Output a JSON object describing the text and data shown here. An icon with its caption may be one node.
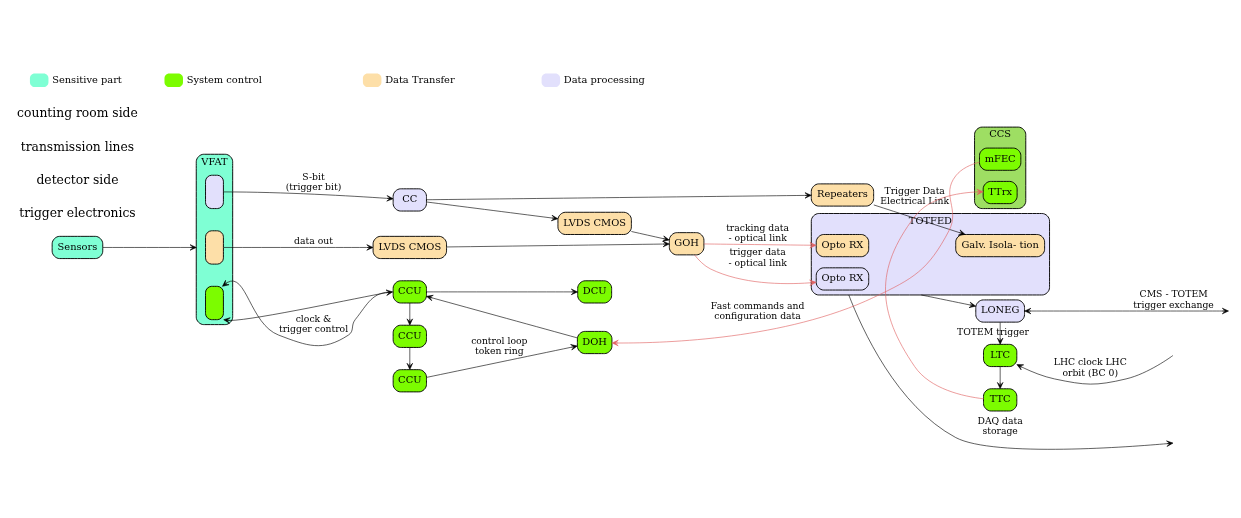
{
  "diagram": {
    "nodes": [
      {
        "text": [
          "Sensors"
        ]
      },
      {
        "text": [
          "VFAT"
        ]
      },
      {
        "text": [],
        "shape": "box",
        "in": 1
      },
      {
        "text": [],
        "shape": "box",
        "in": 1
      },
      {
        "text": [],
        "shape": "box",
        "in": 1
      },
      {
        "text": [
          "CC"
        ]
      },
      {
        "text": [
          "LVDS CMOS"
        ]
      },
      {
        "text": [
          "LVDS CMOS"
        ]
      },
      {
        "text": [
          "GOH"
        ]
      },
      {
        "text": [
          "Repeaters"
        ]
      },
      {
        "text": [
          "TOTFED"
        ]
      },
      {
        "text": [
          "Galv. Isola- tion"
        ],
        "in": 10
      },
      {
        "text": [
          "Opto RX"
        ],
        "in": 10
      },
      {
        "text": [
          "Opto RX"
        ],
        "in": 10
      },
      {
        "text": [
          "LONEG"
        ]
      },
      {
        "text": [
          "CCU"
        ]
      },
      {
        "text": [
          "DOH"
        ]
      },
      {
        "text": [
          "DCU"
        ]
      },
      {
        "text": [
          "CCU"
        ]
      },
      {
        "text": [
          "CCU"
        ]
      },
      {
        "text": [
          "CCS"
        ]
      },
      {
        "text": [
          "mFEC"
        ],
        "in": 20
      },
      {
        "text": [
          "TTrx"
        ],
        "in": 20
      },
      {
        "text": [
          "LTC"
        ]
      },
      {
        "text": [
          "TTC"
        ]
      }
    ],
    "edges": [
      {
        "from": 0,
        "to": 1,
        "arrow": "to"
      },
      {
        "from": 2,
        "to": 5,
        "arrow": "to",
        "label": "S-bit (trigger bit)"
      },
      {
        "from": 5,
        "to": 6,
        "arrow": "to"
      },
      {
        "from": 5,
        "to": 9,
        "arrow": "to"
      },
      {
        "from": 6,
        "to": 8,
        "arrow": "to"
      },
      {
        "from": 3,
        "to": 7,
        "arrow": "to",
        "label": "data out"
      },
      {
        "from": 7,
        "to": 8,
        "arrow": "to"
      },
      {
        "from": 9,
        "to": 11,
        "arrow": "to",
        "label": "Trigger Data Electrical Link"
      },
      {
        "from": 8,
        "to": 12,
        "arrow": "to",
        "label": "trigger data - optical link",
        "color": "#e06060"
      },
      {
        "from": 8,
        "to": 13,
        "arrow": "to",
        "label": "tracking data - optical link",
        "color": "#e06060"
      },
      {
        "from": 10,
        "to": 14,
        "arrow": "to"
      },
      {
        "from": 14,
        "to": null,
        "arrow": "both",
        "label": "CMS - TOTEM trigger exchange"
      },
      {
        "from": 10,
        "to": null,
        "arrow": "to",
        "label": "DAQ data storage"
      },
      {
        "from": 14,
        "to": 23,
        "arrow": "to",
        "label": "TOTEM trigger"
      },
      {
        "from": null,
        "to": 23,
        "arrow": "to",
        "label": "LHC clock LHC orbit (BC 0)"
      },
      {
        "from": 23,
        "to": 24,
        "arrow": "to"
      },
      {
        "from": 24,
        "to": 22,
        "arrow": "to",
        "color": "#e06060"
      },
      {
        "from": 21,
        "to": 16,
        "arrow": "to",
        "label": "Fast commands and configuration data",
        "color": "#e06060"
      },
      {
        "from": 16,
        "to": 15,
        "arrow": "to"
      },
      {
        "from": 15,
        "to": 4,
        "arrow": "to",
        "label": "clock & trigger control"
      },
      {
        "from": 4,
        "to": 15,
        "arrow": "both"
      },
      {
        "from": 15,
        "to": 17,
        "arrow": "to"
      },
      {
        "from": 15,
        "to": 18,
        "arrow": "to"
      },
      {
        "from": 18,
        "to": 19,
        "arrow": "to"
      },
      {
        "from": 19,
        "to": 16,
        "arrow": "to",
        "label": "control loop token ring"
      }
    ],
    "labels": [
      "trigger electronics",
      "detector side",
      "transmission lines",
      "counting room side"
    ],
    "legend": [
      {
        "text": "Sensitive part",
        "color": "#7fffd4"
      },
      {
        "text": "System control",
        "color": "#7cfc00"
      },
      {
        "text": "Data Transfer",
        "color": "#fddfa8"
      },
      {
        "text": "Data processing",
        "color": "#e2e0fc"
      }
    ]
  }
}
